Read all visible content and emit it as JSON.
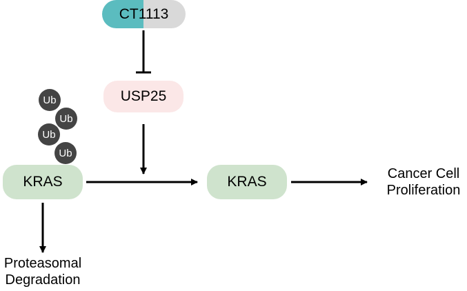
{
  "inhibitor": {
    "label": "CT1113"
  },
  "enzyme": {
    "label": "USP25"
  },
  "kras_ubiquitinated": {
    "label": "KRAS"
  },
  "kras_stable": {
    "label": "KRAS"
  },
  "ubiquitin": [
    {
      "label": "Ub"
    },
    {
      "label": "Ub"
    },
    {
      "label": "Ub"
    },
    {
      "label": "Ub"
    }
  ],
  "outcomes": {
    "proliferation": {
      "line1": "Cancer Cell",
      "line2": "Proliferation"
    },
    "degradation": {
      "line1": "Proteasomal",
      "line2": "Degradation"
    }
  },
  "colors": {
    "inhibitor_left": "#5bbcbf",
    "inhibitor_right": "#d9d9d9",
    "enzyme_fill": "#fbe7e7",
    "kras_fill": "#cfe3cd",
    "ubiquitin_fill": "#444444",
    "arrow": "#000000"
  }
}
